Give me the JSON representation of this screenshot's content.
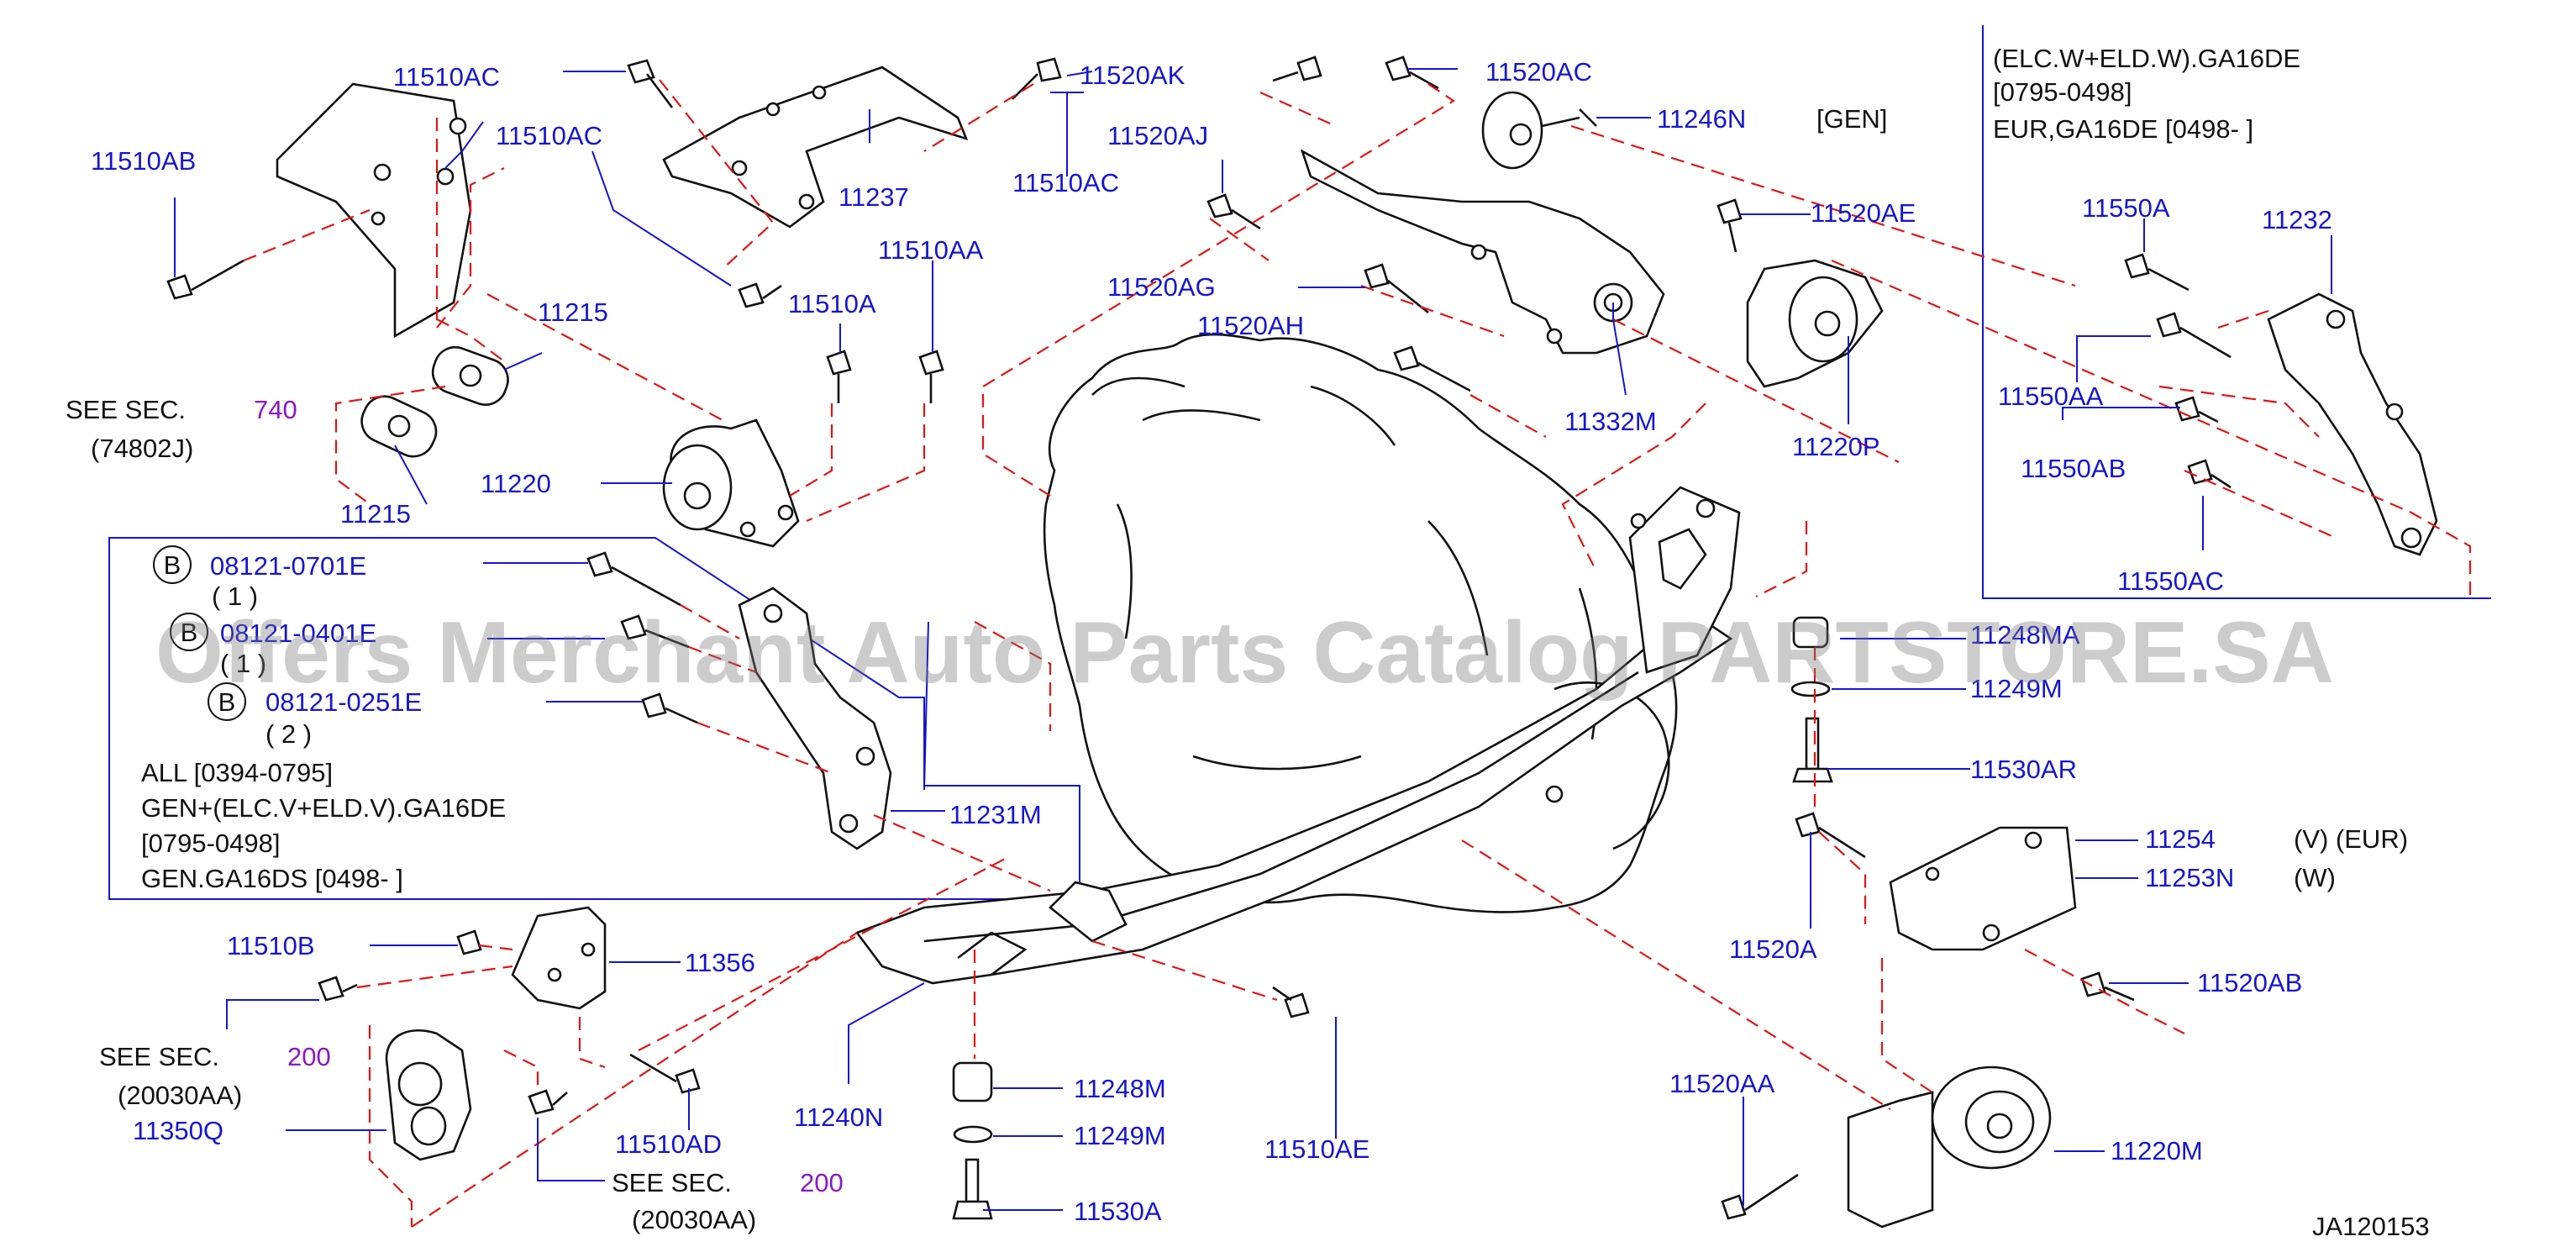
{
  "watermark": "Offers Merchant Auto Parts Catalog PARTSTORE.SA",
  "diagram_code": "JA120153",
  "parts": {
    "p11510AC_a": "11510AC",
    "p11510AB": "11510AB",
    "p11510AC_b": "11510AC",
    "p11237": "11237",
    "p11510AC_c": "11510AC",
    "p11520AK": "11520AK",
    "p11520AC": "11520AC",
    "p11246N": "11246N",
    "p11520AJ": "11520AJ",
    "p11520AE": "11520AE",
    "p11510AA": "11510AA",
    "p11510A": "11510A",
    "p11520AG": "11520AG",
    "p11520AH": "11520AH",
    "p11332M": "11332M",
    "p11220P": "11220P",
    "p11215_a": "11215",
    "p11215_b": "11215",
    "p11220": "11220",
    "p08121_0701E": "08121-0701E",
    "p08121_0401E": "08121-0401E",
    "p08121_0251E": "08121-0251E",
    "p11231M": "11231M",
    "p11248MA": "11248MA",
    "p11249M_a": "11249M",
    "p11530AR": "11530AR",
    "p11254": "11254",
    "p11253N": "11253N",
    "p11520A": "11520A",
    "p11520AB": "11520AB",
    "p11510B": "11510B",
    "p11356": "11356",
    "p11240N": "11240N",
    "p11248M": "11248M",
    "p11249M_b": "11249M",
    "p11530A": "11530A",
    "p11510AE": "11510AE",
    "p11350Q": "11350Q",
    "p11510AD": "11510AD",
    "p11520AA": "11520AA",
    "p11220M": "11220M",
    "p11550A": "11550A",
    "p11232": "11232",
    "p11550AA": "11550AA",
    "p11550AB": "11550AB",
    "p11550AC": "11550AC"
  },
  "text": {
    "gen_tag": "[GEN]",
    "see_sec": "SEE  SEC.",
    "sec_740": "740",
    "ref_74802J": "(74802J)",
    "sec_200_a": "200",
    "ref_20030AA_a": "(20030AA)",
    "sec_200_b": "200",
    "ref_20030AA_b": "(20030AA)",
    "qty_1a": "( 1 )",
    "qty_1b": "( 1 )",
    "qty_2": "( 2 )",
    "b_marker": "B",
    "note_all": "ALL   [0394-0795]",
    "note_gen_elc": "GEN+(ELC.V+ELD.V).GA16DE",
    "note_range": "[0795-0498]",
    "note_gen_ga16ds": "GEN.GA16DS   [0498-                    ]",
    "variant_v_eur": "(V)   (EUR)",
    "variant_w": "(W)",
    "inset_line1": "(ELC.W+ELD.W).GA16DE",
    "inset_line2": "[0795-0498]",
    "inset_line3": "EUR,GA16DE   [0498-                    ]"
  },
  "colors": {
    "part_number": "#1515d0",
    "section_number": "#8a17c8",
    "dashed_guide": "#e01515",
    "drawing": "#111111"
  }
}
